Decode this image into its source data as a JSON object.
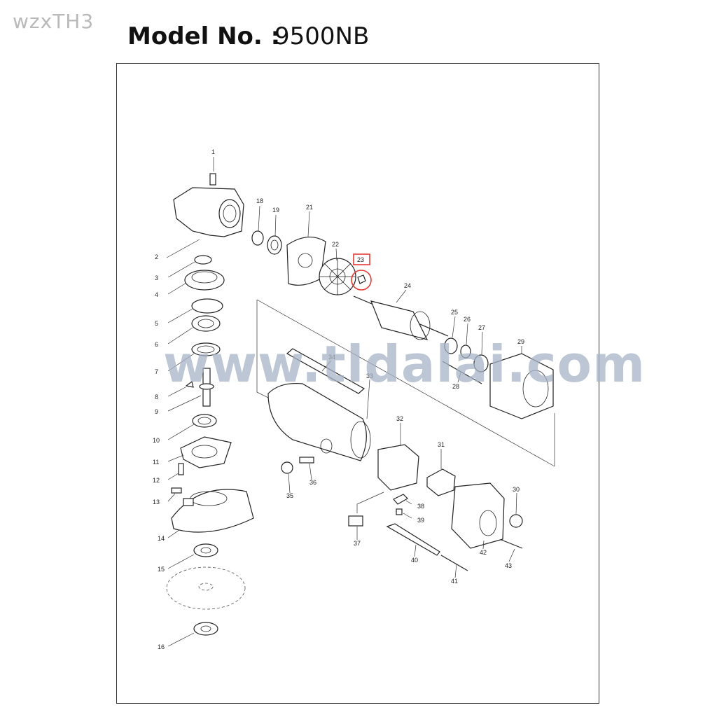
{
  "header": {
    "corner_watermark": "wzxTH3",
    "model_label": "Model No. :",
    "model_value": "9500NB"
  },
  "watermark": "www.tldalai.com",
  "highlight": {
    "part": "23",
    "color": "#e53935"
  },
  "parts": [
    "1",
    "2",
    "3",
    "4",
    "5",
    "6",
    "7",
    "8",
    "9",
    "10",
    "11",
    "12",
    "13",
    "14",
    "15",
    "16",
    "18",
    "19",
    "21",
    "22",
    "23",
    "24",
    "25",
    "26",
    "27",
    "28",
    "29",
    "30",
    "31",
    "32",
    "33",
    "34",
    "35",
    "36",
    "37",
    "38",
    "39",
    "40",
    "41",
    "42",
    "43"
  ]
}
